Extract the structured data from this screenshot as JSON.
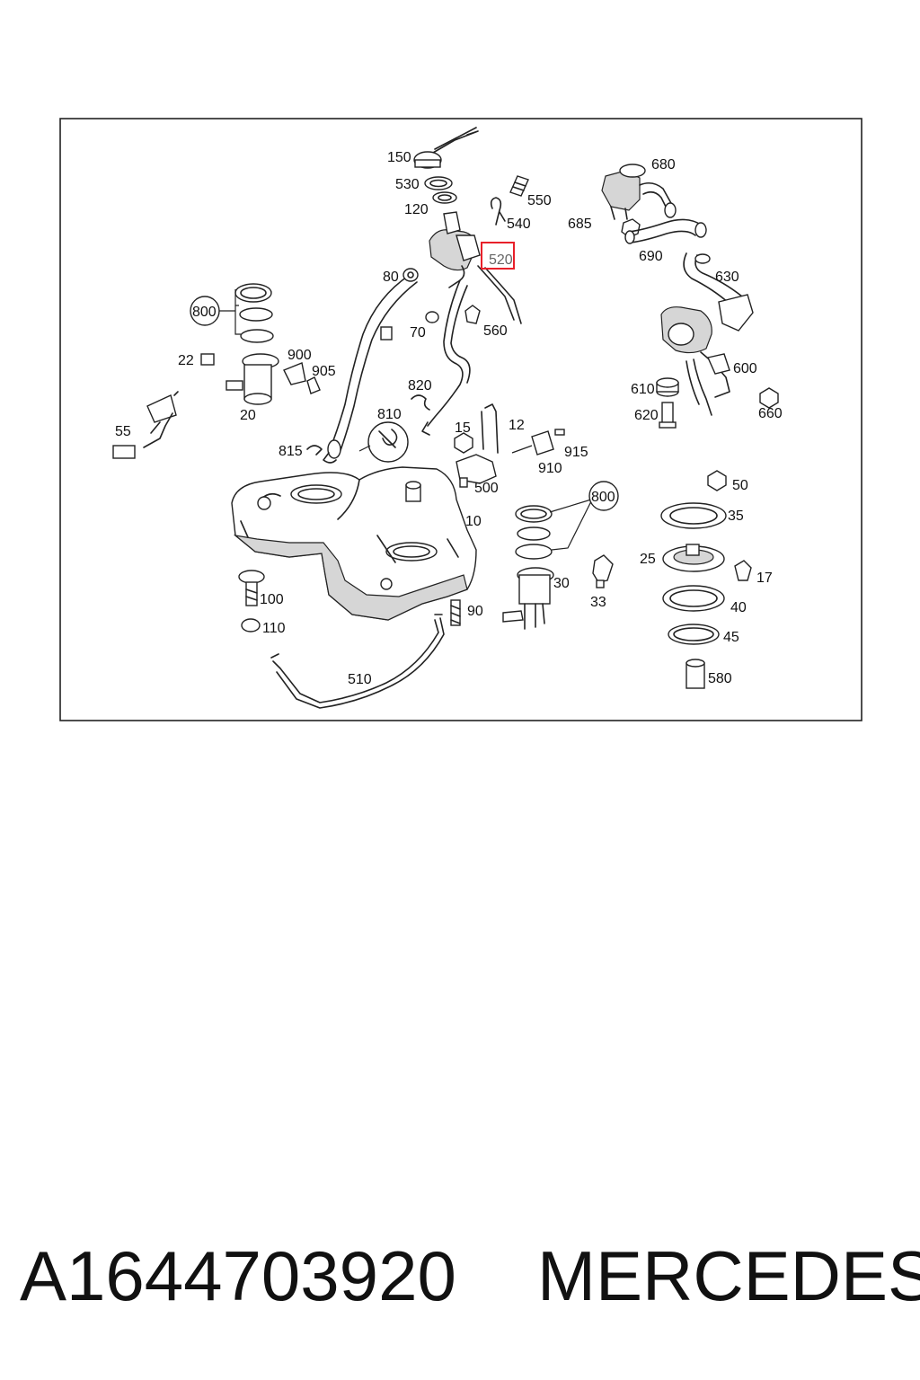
{
  "highlight": {
    "label": "520",
    "color": "#e8202a"
  },
  "callouts": [
    "800",
    "800"
  ],
  "labels": [
    "150",
    "530",
    "120",
    "550",
    "540",
    "520",
    "80",
    "70",
    "560",
    "680",
    "685",
    "690",
    "630",
    "600",
    "610",
    "620",
    "660",
    "22",
    "900",
    "905",
    "20",
    "55",
    "820",
    "810",
    "815",
    "15",
    "12",
    "915",
    "910",
    "500",
    "10",
    "50",
    "35",
    "25",
    "17",
    "40",
    "45",
    "580",
    "30",
    "33",
    "90",
    "100",
    "110",
    "510"
  ],
  "caption": {
    "part_number": "A1644703920",
    "brand": "MERCEDES"
  }
}
